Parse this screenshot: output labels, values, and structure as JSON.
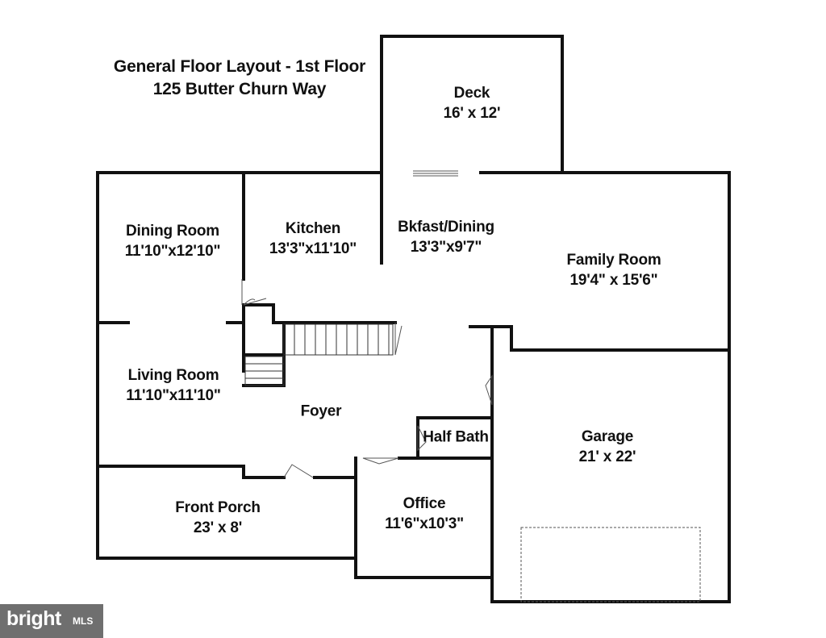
{
  "title": {
    "line1": "General Floor Layout - 1st Floor",
    "line2": "125 Butter Churn Way"
  },
  "rooms": {
    "deck": {
      "name": "Deck",
      "dims": "16' x 12'"
    },
    "dining_room": {
      "name": "Dining Room",
      "dims": "11'10\"x12'10\""
    },
    "kitchen": {
      "name": "Kitchen",
      "dims": "13'3\"x11'10\""
    },
    "bkfast_dining": {
      "name": "Bkfast/Dining",
      "dims": "13'3\"x9'7\""
    },
    "family_room": {
      "name": "Family Room",
      "dims": "19'4\" x 15'6\""
    },
    "living_room": {
      "name": "Living Room",
      "dims": "11'10\"x11'10\""
    },
    "foyer": {
      "name": "Foyer"
    },
    "half_bath": {
      "name": "Half Bath"
    },
    "garage": {
      "name": "Garage",
      "dims": "21' x 22'"
    },
    "front_porch": {
      "name": "Front Porch",
      "dims": "23' x 8'"
    },
    "office": {
      "name": "Office",
      "dims": "11'6\"x10'3\""
    }
  },
  "watermark": {
    "brand": "bright",
    "suffix": "MLS"
  },
  "colors": {
    "wall": "#111111",
    "watermark_bg": "#6f6f6f"
  }
}
